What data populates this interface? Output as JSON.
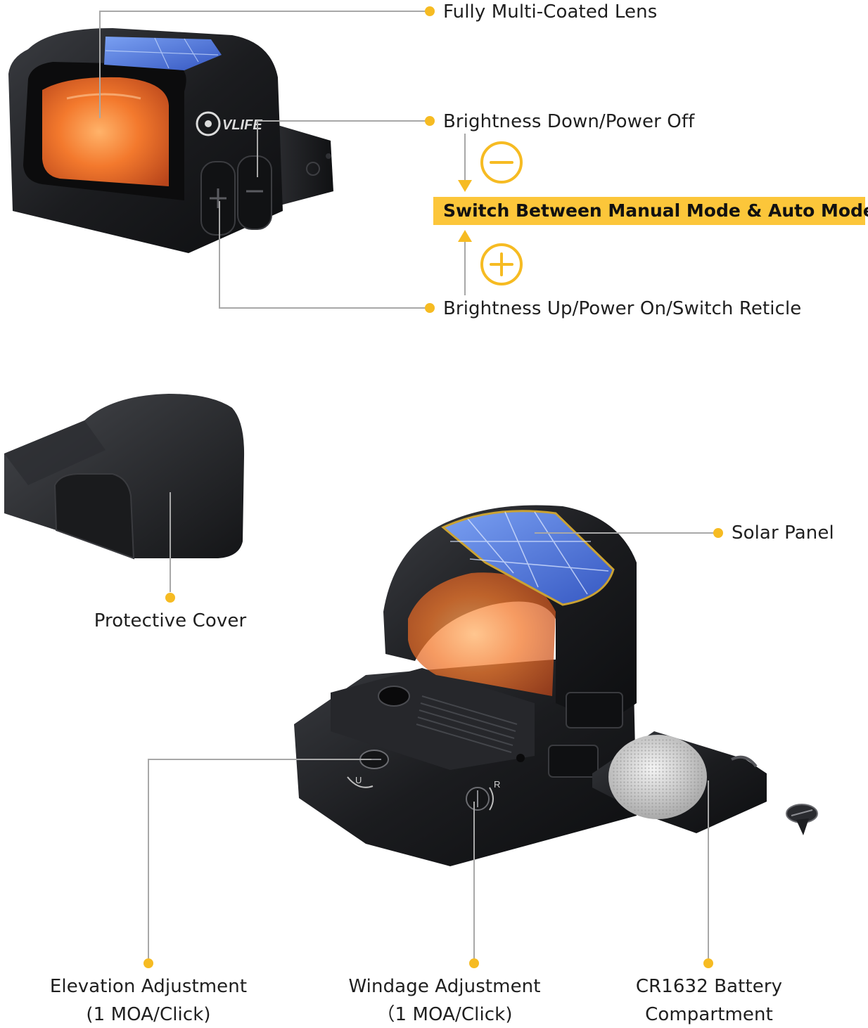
{
  "labels": {
    "lens": "Fully Multi-Coated Lens",
    "brightness_down": "Brightness Down/Power Off",
    "switch_mode": "Switch Between Manual Mode & Auto Mode",
    "brightness_up": "Brightness Up/Power On/Switch Reticle",
    "protective_cover": "Protective Cover",
    "solar_panel": "Solar Panel",
    "elevation_line1": "Elevation Adjustment",
    "elevation_line2": "(1 MOA/Click)",
    "windage_line1": "Windage Adjustment",
    "windage_line2": "（1 MOA/Click)",
    "battery_line1": "CR1632 Battery",
    "battery_line2": "Compartment"
  },
  "brand": "VLIFE",
  "knob_marks": {
    "elevation": "U",
    "windage": "R"
  },
  "icons": {
    "minus": "minus-circle-icon",
    "plus": "plus-circle-icon",
    "arrow_down": "arrow-down-icon",
    "arrow_up": "arrow-up-icon"
  },
  "colors": {
    "accent": "#fcc63a",
    "dot": "#f6bb22",
    "leader": "#a8a8a8",
    "body": "#1b1c1f",
    "lens": "#f07a2c",
    "solar": "#4a72d6"
  }
}
